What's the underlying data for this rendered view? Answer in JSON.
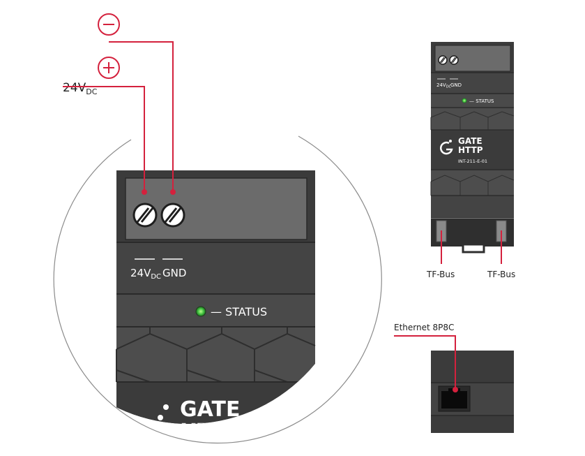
{
  "colors": {
    "wire": "#d4213d",
    "device_dark": "#3b3b3b",
    "device_mid": "#4a4a4a",
    "device_light": "#5a5a5a",
    "terminal_panel": "#6b6b6b",
    "led_green": "#3fbf3f",
    "text_light": "#ffffff",
    "text_dark": "#222222"
  },
  "supply": {
    "minus_symbol": "−",
    "plus_symbol": "+",
    "voltage_label": "24V",
    "voltage_sub": "DC"
  },
  "zoom": {
    "terminal_24v": "24V",
    "terminal_24v_sub": "DC",
    "terminal_gnd": "GND",
    "status_label": "— STATUS",
    "brand_line1": "GATE",
    "brand_line2": "HTTP"
  },
  "module": {
    "terminal_24v": "24V",
    "terminal_24v_sub": "DC",
    "terminal_gnd": "GND",
    "status_label": "— STATUS",
    "brand_line1": "GATE",
    "brand_line2": "HTTP",
    "model": "INT-211-E-01"
  },
  "bus": {
    "left_label": "TF-Bus",
    "right_label": "TF-Bus"
  },
  "ethernet": {
    "label": "Ethernet 8P8C"
  }
}
